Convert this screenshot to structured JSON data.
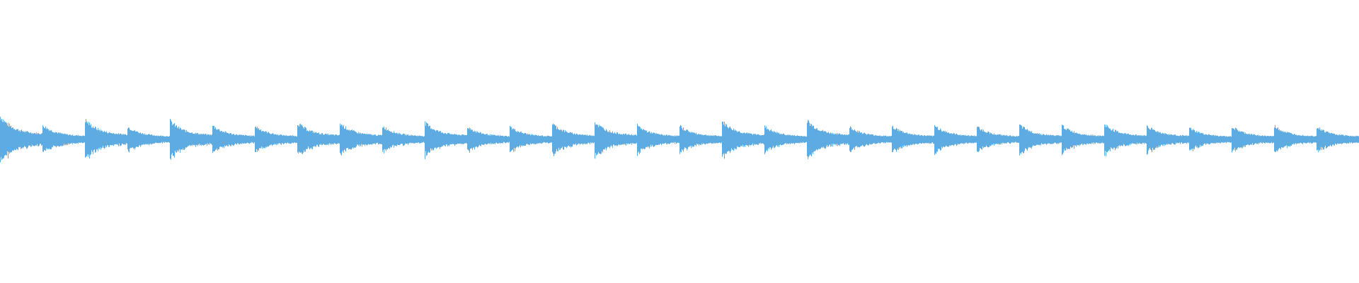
{
  "waveform": {
    "color": "#5dabe1",
    "background": "#ffffff",
    "segment_count": 32,
    "peak_levels": [
      1.0,
      0.62,
      0.85,
      0.55,
      0.8,
      0.6,
      0.58,
      0.72,
      0.7,
      0.58,
      0.72,
      0.55,
      0.55,
      0.68,
      0.75,
      0.6,
      0.58,
      0.78,
      0.55,
      0.8,
      0.55,
      0.58,
      0.6,
      0.55,
      0.62,
      0.6,
      0.65,
      0.6,
      0.5,
      0.55,
      0.58,
      0.55
    ]
  }
}
